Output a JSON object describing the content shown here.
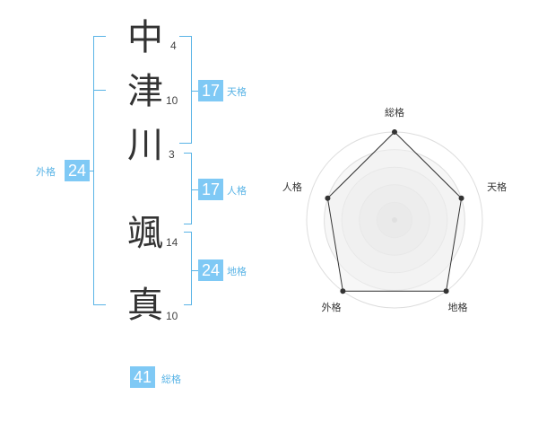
{
  "name_chars": [
    {
      "char": "中",
      "strokes": "4"
    },
    {
      "char": "津",
      "strokes": "10"
    },
    {
      "char": "川",
      "strokes": "3"
    },
    {
      "char": "颯",
      "strokes": "14"
    },
    {
      "char": "真",
      "strokes": "10"
    }
  ],
  "scores": {
    "tenkaku": {
      "label": "天格",
      "value": "17"
    },
    "jinkaku": {
      "label": "人格",
      "value": "17"
    },
    "chikaku": {
      "label": "地格",
      "value": "24"
    },
    "gaikaku": {
      "label": "外格",
      "value": "24"
    },
    "soukaku": {
      "label": "総格",
      "value": "41"
    }
  },
  "radar": {
    "axes": [
      "総格",
      "天格",
      "地格",
      "外格",
      "人格"
    ],
    "levels": [
      5,
      4,
      5,
      5,
      4
    ],
    "max_level": 5,
    "colors": {
      "fill": "#f0f0f0",
      "grid": "#dddddd",
      "outline": "#333333"
    }
  }
}
